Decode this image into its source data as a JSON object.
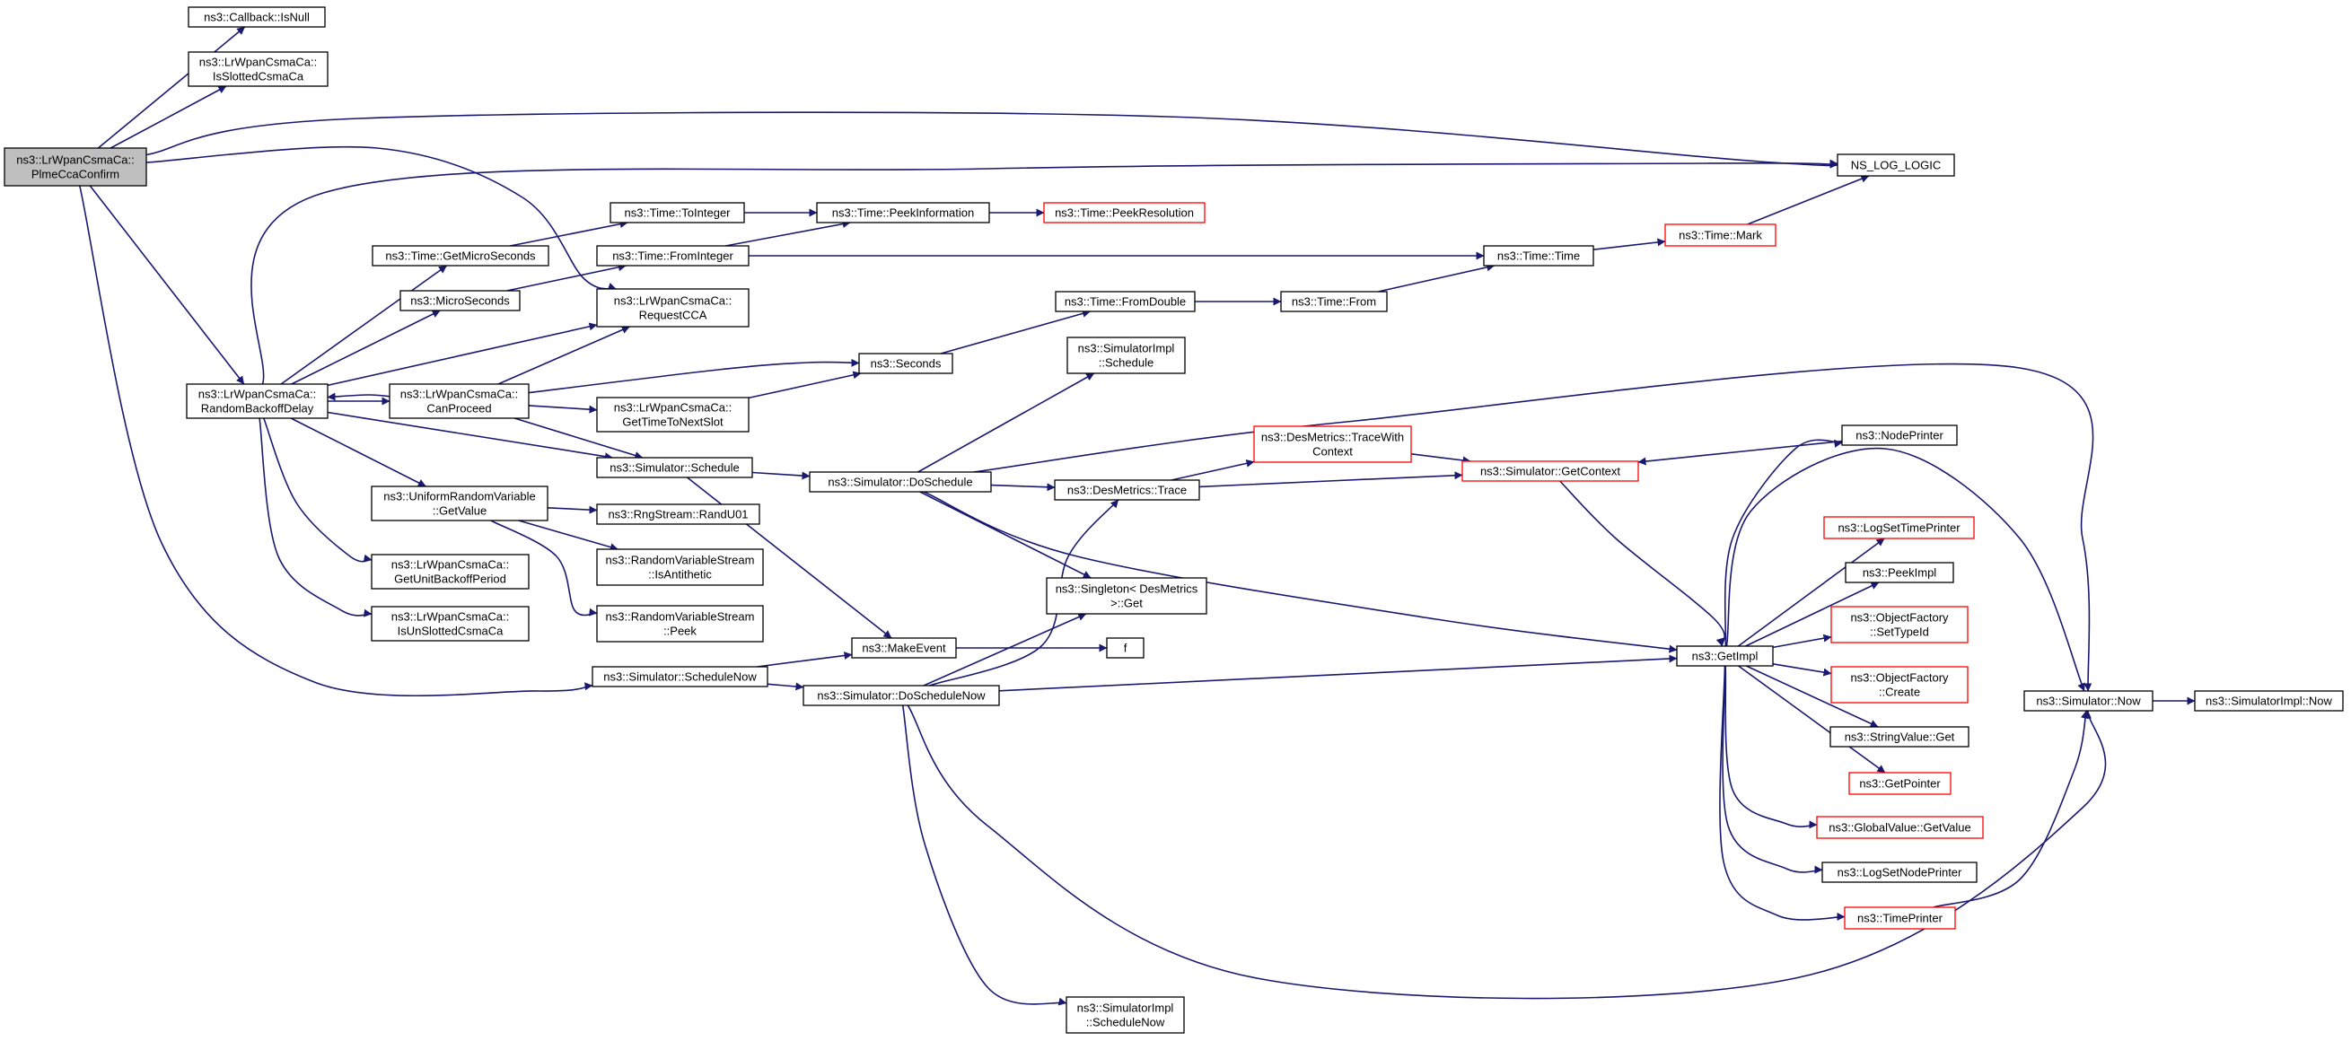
{
  "nodes": [
    {
      "id": "root",
      "lines": [
        "ns3::LrWpanCsmaCa::",
        "PlmeCcaConfirm"
      ],
      "style": "root"
    },
    {
      "id": "isnull",
      "lines": [
        "ns3::Callback::IsNull"
      ],
      "style": "normal"
    },
    {
      "id": "isslotted",
      "lines": [
        "ns3::LrWpanCsmaCa::",
        "IsSlottedCsmaCa"
      ],
      "style": "normal"
    },
    {
      "id": "nslog",
      "lines": [
        "NS_LOG_LOGIC"
      ],
      "style": "normal"
    },
    {
      "id": "rbd",
      "lines": [
        "ns3::LrWpanCsmaCa::",
        "RandomBackoffDelay"
      ],
      "style": "normal"
    },
    {
      "id": "getmicro",
      "lines": [
        "ns3::Time::GetMicroSeconds"
      ],
      "style": "normal"
    },
    {
      "id": "micro",
      "lines": [
        "ns3::MicroSeconds"
      ],
      "style": "normal"
    },
    {
      "id": "canproceed",
      "lines": [
        "ns3::LrWpanCsmaCa::",
        "CanProceed"
      ],
      "style": "normal"
    },
    {
      "id": "urvgv",
      "lines": [
        "ns3::UniformRandomVariable",
        "::GetValue"
      ],
      "style": "normal"
    },
    {
      "id": "getunit",
      "lines": [
        "ns3::LrWpanCsmaCa::",
        "GetUnitBackoffPeriod"
      ],
      "style": "normal"
    },
    {
      "id": "isunslotted",
      "lines": [
        "ns3::LrWpanCsmaCa::",
        "IsUnSlottedCsmaCa"
      ],
      "style": "normal"
    },
    {
      "id": "toint",
      "lines": [
        "ns3::Time::ToInteger"
      ],
      "style": "normal"
    },
    {
      "id": "fromint",
      "lines": [
        "ns3::Time::FromInteger"
      ],
      "style": "normal"
    },
    {
      "id": "reqcca",
      "lines": [
        "ns3::LrWpanCsmaCa::",
        "RequestCCA"
      ],
      "style": "normal"
    },
    {
      "id": "gettime",
      "lines": [
        "ns3::LrWpanCsmaCa::",
        "GetTimeToNextSlot"
      ],
      "style": "normal"
    },
    {
      "id": "schedule",
      "lines": [
        "ns3::Simulator::Schedule"
      ],
      "style": "normal"
    },
    {
      "id": "randu01",
      "lines": [
        "ns3::RngStream::RandU01"
      ],
      "style": "normal"
    },
    {
      "id": "isanti",
      "lines": [
        "ns3::RandomVariableStream",
        "::IsAntithetic"
      ],
      "style": "normal"
    },
    {
      "id": "peek",
      "lines": [
        "ns3::RandomVariableStream",
        "::Peek"
      ],
      "style": "normal"
    },
    {
      "id": "schednow",
      "lines": [
        "ns3::Simulator::ScheduleNow"
      ],
      "style": "normal"
    },
    {
      "id": "peekinfo",
      "lines": [
        "ns3::Time::PeekInformation"
      ],
      "style": "normal"
    },
    {
      "id": "seconds",
      "lines": [
        "ns3::Seconds"
      ],
      "style": "normal"
    },
    {
      "id": "dosched",
      "lines": [
        "ns3::Simulator::DoSchedule"
      ],
      "style": "normal"
    },
    {
      "id": "makeevent",
      "lines": [
        "ns3::MakeEvent"
      ],
      "style": "normal"
    },
    {
      "id": "doschednow",
      "lines": [
        "ns3::Simulator::DoScheduleNow"
      ],
      "style": "normal"
    },
    {
      "id": "peekres",
      "lines": [
        "ns3::Time::PeekResolution"
      ],
      "style": "red"
    },
    {
      "id": "fromdouble",
      "lines": [
        "ns3::Time::FromDouble"
      ],
      "style": "normal"
    },
    {
      "id": "simimplsched",
      "lines": [
        "ns3::SimulatorImpl",
        "::Schedule"
      ],
      "style": "normal"
    },
    {
      "id": "destrace",
      "lines": [
        "ns3::DesMetrics::Trace"
      ],
      "style": "normal"
    },
    {
      "id": "singleton",
      "lines": [
        "ns3::Singleton< DesMetrics",
        "  >::Get"
      ],
      "style": "normal"
    },
    {
      "id": "f",
      "lines": [
        "f"
      ],
      "style": "normal"
    },
    {
      "id": "simimplschednow",
      "lines": [
        "ns3::SimulatorImpl",
        "::ScheduleNow"
      ],
      "style": "normal"
    },
    {
      "id": "timefrom",
      "lines": [
        "ns3::Time::From"
      ],
      "style": "normal"
    },
    {
      "id": "traceww",
      "lines": [
        "ns3::DesMetrics::TraceWith",
        "Context"
      ],
      "style": "red"
    },
    {
      "id": "timetime",
      "lines": [
        "ns3::Time::Time"
      ],
      "style": "normal"
    },
    {
      "id": "getcontext",
      "lines": [
        "ns3::Simulator::GetContext"
      ],
      "style": "red"
    },
    {
      "id": "timemark",
      "lines": [
        "ns3::Time::Mark"
      ],
      "style": "red"
    },
    {
      "id": "getimpl",
      "lines": [
        "ns3::GetImpl"
      ],
      "style": "normal"
    },
    {
      "id": "nodeprinter",
      "lines": [
        "ns3::NodePrinter"
      ],
      "style": "normal"
    },
    {
      "id": "logsettime",
      "lines": [
        "ns3::LogSetTimePrinter"
      ],
      "style": "red"
    },
    {
      "id": "peekimpl",
      "lines": [
        "ns3::PeekImpl"
      ],
      "style": "normal"
    },
    {
      "id": "ofsettype",
      "lines": [
        "ns3::ObjectFactory",
        "::SetTypeId"
      ],
      "style": "red"
    },
    {
      "id": "ofcreate",
      "lines": [
        "ns3::ObjectFactory",
        "::Create"
      ],
      "style": "red"
    },
    {
      "id": "strget",
      "lines": [
        "ns3::StringValue::Get"
      ],
      "style": "normal"
    },
    {
      "id": "getpointer",
      "lines": [
        "ns3::GetPointer"
      ],
      "style": "red"
    },
    {
      "id": "gvgetvalue",
      "lines": [
        "ns3::GlobalValue::GetValue"
      ],
      "style": "red"
    },
    {
      "id": "logsetnode",
      "lines": [
        "ns3::LogSetNodePrinter"
      ],
      "style": "normal"
    },
    {
      "id": "timeprinter",
      "lines": [
        "ns3::TimePrinter"
      ],
      "style": "red"
    },
    {
      "id": "simnow",
      "lines": [
        "ns3::Simulator::Now"
      ],
      "style": "normal"
    },
    {
      "id": "simimplnow",
      "lines": [
        "ns3::SimulatorImpl::Now"
      ],
      "style": "normal"
    }
  ],
  "edges": [
    {
      "from": "root",
      "to": "isnull"
    },
    {
      "from": "root",
      "to": "isslotted"
    },
    {
      "from": "root",
      "to": "nslog"
    },
    {
      "from": "root",
      "to": "rbd"
    },
    {
      "from": "root",
      "to": "reqcca"
    },
    {
      "from": "root",
      "to": "schednow"
    },
    {
      "from": "rbd",
      "to": "nslog"
    },
    {
      "from": "rbd",
      "to": "getmicro"
    },
    {
      "from": "rbd",
      "to": "micro"
    },
    {
      "from": "rbd",
      "to": "reqcca"
    },
    {
      "from": "rbd",
      "to": "canproceed"
    },
    {
      "from": "rbd",
      "to": "schedule"
    },
    {
      "from": "rbd",
      "to": "urvgv"
    },
    {
      "from": "rbd",
      "to": "getunit"
    },
    {
      "from": "rbd",
      "to": "isunslotted"
    },
    {
      "from": "canproceed",
      "to": "rbd"
    },
    {
      "from": "canproceed",
      "to": "reqcca"
    },
    {
      "from": "canproceed",
      "to": "seconds"
    },
    {
      "from": "canproceed",
      "to": "gettime"
    },
    {
      "from": "canproceed",
      "to": "schedule"
    },
    {
      "from": "getmicro",
      "to": "toint"
    },
    {
      "from": "micro",
      "to": "fromint"
    },
    {
      "from": "toint",
      "to": "peekinfo"
    },
    {
      "from": "fromint",
      "to": "peekinfo"
    },
    {
      "from": "fromint",
      "to": "timetime"
    },
    {
      "from": "peekinfo",
      "to": "peekres"
    },
    {
      "from": "gettime",
      "to": "seconds"
    },
    {
      "from": "seconds",
      "to": "fromdouble"
    },
    {
      "from": "fromdouble",
      "to": "timefrom"
    },
    {
      "from": "timefrom",
      "to": "timetime"
    },
    {
      "from": "timetime",
      "to": "timemark"
    },
    {
      "from": "timemark",
      "to": "nslog"
    },
    {
      "from": "schedule",
      "to": "dosched"
    },
    {
      "from": "schedule",
      "to": "makeevent"
    },
    {
      "from": "urvgv",
      "to": "randu01"
    },
    {
      "from": "urvgv",
      "to": "isanti"
    },
    {
      "from": "urvgv",
      "to": "peek"
    },
    {
      "from": "schednow",
      "to": "makeevent"
    },
    {
      "from": "schednow",
      "to": "doschednow"
    },
    {
      "from": "makeevent",
      "to": "f"
    },
    {
      "from": "dosched",
      "to": "simimplsched"
    },
    {
      "from": "dosched",
      "to": "destrace"
    },
    {
      "from": "dosched",
      "to": "singleton"
    },
    {
      "from": "dosched",
      "to": "getimpl"
    },
    {
      "from": "dosched",
      "to": "simnow"
    },
    {
      "from": "doschednow",
      "to": "destrace"
    },
    {
      "from": "doschednow",
      "to": "singleton"
    },
    {
      "from": "doschednow",
      "to": "getimpl"
    },
    {
      "from": "doschednow",
      "to": "simimplschednow"
    },
    {
      "from": "doschednow",
      "to": "simnow"
    },
    {
      "from": "destrace",
      "to": "traceww"
    },
    {
      "from": "destrace",
      "to": "getcontext"
    },
    {
      "from": "traceww",
      "to": "getcontext"
    },
    {
      "from": "getcontext",
      "to": "getimpl"
    },
    {
      "from": "nodeprinter",
      "to": "getcontext"
    },
    {
      "from": "getimpl",
      "to": "nodeprinter"
    },
    {
      "from": "getimpl",
      "to": "logsettime"
    },
    {
      "from": "getimpl",
      "to": "peekimpl"
    },
    {
      "from": "getimpl",
      "to": "ofsettype"
    },
    {
      "from": "getimpl",
      "to": "ofcreate"
    },
    {
      "from": "getimpl",
      "to": "strget"
    },
    {
      "from": "getimpl",
      "to": "getpointer"
    },
    {
      "from": "getimpl",
      "to": "gvgetvalue"
    },
    {
      "from": "getimpl",
      "to": "logsetnode"
    },
    {
      "from": "getimpl",
      "to": "timeprinter"
    },
    {
      "from": "getimpl",
      "to": "simnow"
    },
    {
      "from": "timeprinter",
      "to": "simnow"
    },
    {
      "from": "simnow",
      "to": "simimplnow"
    }
  ]
}
